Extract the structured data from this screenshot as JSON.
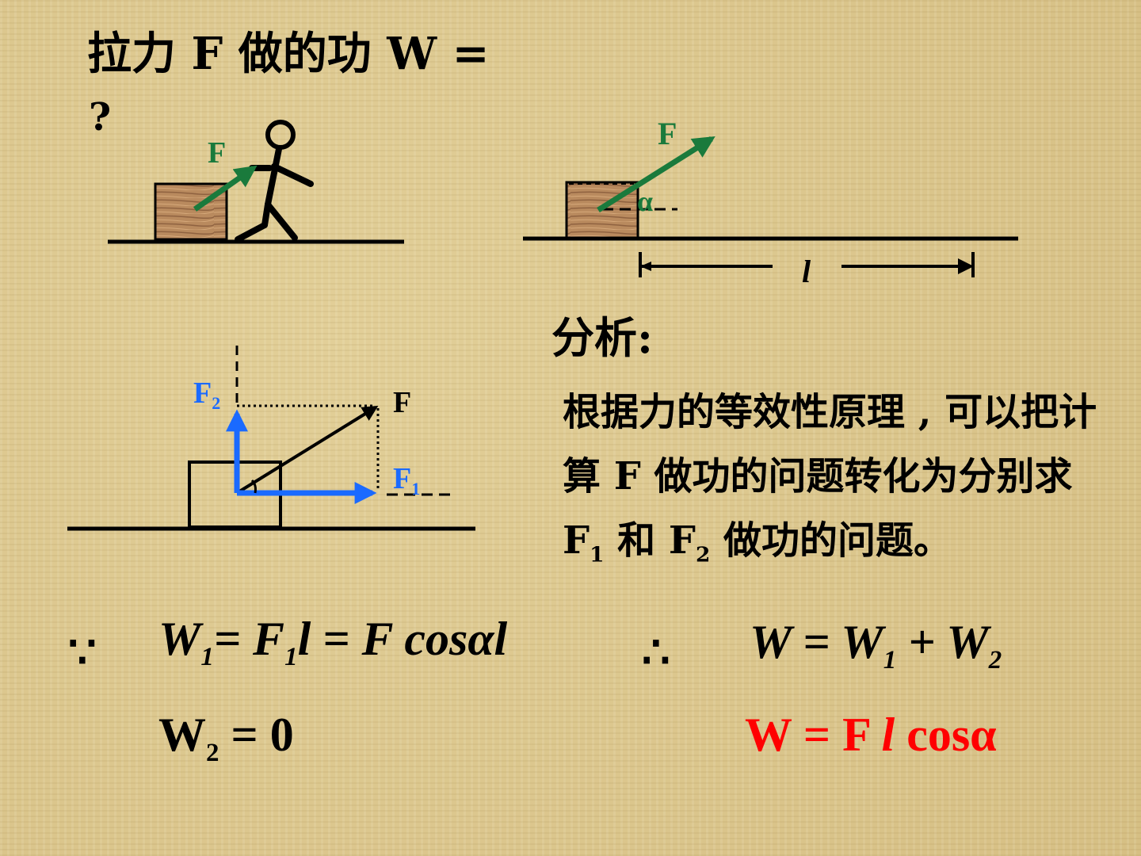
{
  "title": {
    "line1": "拉力 F 做的功 W =",
    "line2": "?"
  },
  "diagram_labels": {
    "force": "F",
    "angle": "α",
    "length": "l",
    "f1_base": "F",
    "f1_sub": "1",
    "f2_base": "F",
    "f2_sub": "2"
  },
  "analysis": {
    "heading": "分析:",
    "text_part1": "根据力的等效性原理 , 可以把计算 F 做功的问题转化为分别求 F",
    "sub1": "1",
    "text_part2": " 和 F",
    "sub2": "2",
    "text_part3": " 做功的问题。"
  },
  "equations": {
    "because_symbol": "∵",
    "therefore_symbol": "∴",
    "eq1_a": "W",
    "eq1_sub_a": "1",
    "eq1_b": "= F",
    "eq1_sub_b": "1",
    "eq1_c": "l = F cosαl",
    "eq2_a": "W",
    "eq2_sub": "2",
    "eq2_b": " = 0",
    "eq3_a": "W = W",
    "eq3_sub_a": "1",
    "eq3_b": " + W",
    "eq3_sub_b": "2",
    "eq4_a": "W = F ",
    "eq4_l": "l",
    "eq4_b": " cosα"
  },
  "colors": {
    "force_arrow": "#1a7a3c",
    "component_arrow": "#1a6aff",
    "result": "#ff0000",
    "box_wood": "#b9875a"
  }
}
